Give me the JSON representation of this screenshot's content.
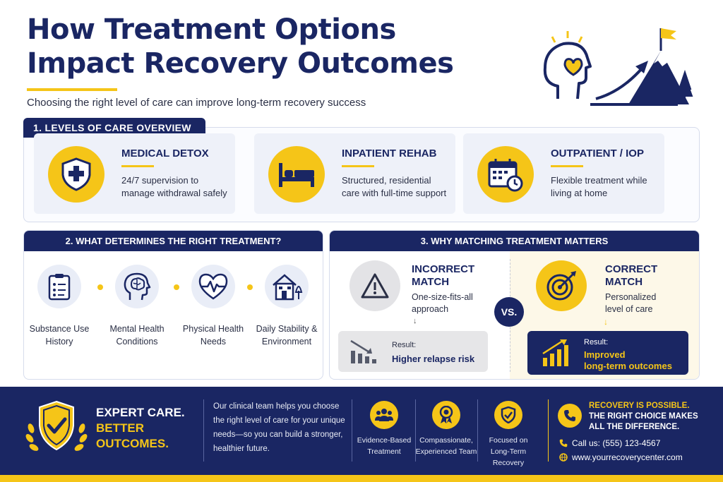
{
  "header": {
    "title_line1": "How Treatment Options",
    "title_line2": "Impact Recovery Outcomes",
    "subtitle": "Choosing the right level of care can improve long-term recovery success"
  },
  "levels": {
    "heading": "1. LEVELS OF CARE OVERVIEW",
    "cards": [
      {
        "title": "MEDICAL DETOX",
        "desc": "24/7 supervision to manage withdrawal safely",
        "icon": "shield-cross-icon"
      },
      {
        "title": "INPATIENT REHAB",
        "desc": "Structured, residential care with full-time support",
        "icon": "bed-icon"
      },
      {
        "title": "OUTPATIENT / IOP",
        "desc": "Flexible treatment while living at home",
        "icon": "calendar-clock-icon"
      }
    ]
  },
  "determines": {
    "heading": "2. WHAT DETERMINES THE RIGHT TREATMENT?",
    "factors": [
      {
        "line1": "Substance Use",
        "line2": "History",
        "icon": "clipboard-icon"
      },
      {
        "line1": "Mental Health",
        "line2": "Conditions",
        "icon": "brain-head-icon"
      },
      {
        "line1": "Physical Health",
        "line2": "Needs",
        "icon": "heartbeat-icon"
      },
      {
        "line1": "Daily Stability &",
        "line2": "Environment",
        "icon": "house-icon"
      }
    ]
  },
  "matching": {
    "heading": "3. WHY MATCHING TREATMENT MATTERS",
    "vs": "VS.",
    "incorrect": {
      "title_line1": "INCORRECT",
      "title_line2": "MATCH",
      "desc_line1": "One-size-fits-all",
      "desc_line2": "approach",
      "result_label": "Result:",
      "result_value": "Higher relapse risk"
    },
    "correct": {
      "title_line1": "CORRECT",
      "title_line2": "MATCH",
      "desc_line1": "Personalized",
      "desc_line2": "level of care",
      "result_label": "Result:",
      "result_value_line1": "Improved",
      "result_value_line2": "long-term outcomes"
    }
  },
  "footer": {
    "tag_line1": "EXPERT CARE.",
    "tag_line2": "BETTER",
    "tag_line3": "OUTCOMES.",
    "text": "Our clinical team helps you choose the right level of care for your unique needs—so you can build a stronger, healthier future.",
    "features": [
      {
        "line1": "Evidence-Based",
        "line2": "Treatment",
        "icon": "people-icon"
      },
      {
        "line1": "Compassionate,",
        "line2": "Experienced Team",
        "icon": "award-icon"
      },
      {
        "line1": "Focused on",
        "line2": "Long-Term Recovery",
        "icon": "shield-check-icon"
      }
    ],
    "slogan_line1": "RECOVERY IS POSSIBLE.",
    "slogan_line2": "THE RIGHT CHOICE MAKES",
    "slogan_line3": "ALL THE DIFFERENCE.",
    "call": "Call us: (555) 123-4567",
    "website": "www.yourrecoverycenter.com"
  },
  "colors": {
    "navy": "#1a2663",
    "gold": "#f5c518",
    "light": "#eef1f9"
  }
}
